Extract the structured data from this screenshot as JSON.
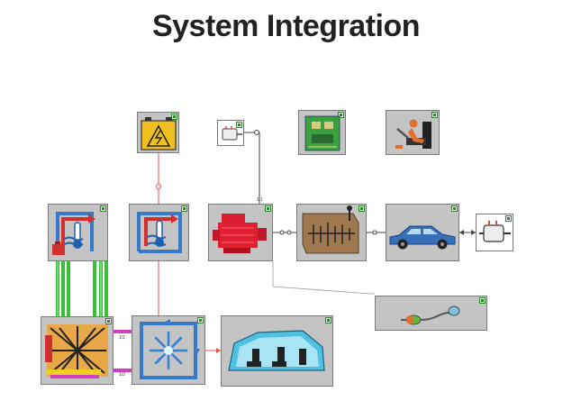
{
  "title": "System Integration",
  "port_labels": {
    "upper_left": "1/1",
    "lower_left": "1/2",
    "engine_top": "1:1"
  },
  "colors": {
    "block_bg": "#c4c4c4",
    "connection_red": "#e05050",
    "connection_dark": "#444444",
    "coolant_green": "#38c038",
    "port_magenta": "#d040c0"
  },
  "icons": [
    "battery-icon",
    "motor-icon",
    "circuit-board-icon",
    "driver-icon",
    "coolant-thermo-icon",
    "coolant-thermo-icon-2",
    "engine-icon",
    "gearbox-icon",
    "car-icon",
    "motor-icon-2",
    "exhaust-icon",
    "radiator-icon",
    "hvac-icon",
    "cabin-icon"
  ]
}
